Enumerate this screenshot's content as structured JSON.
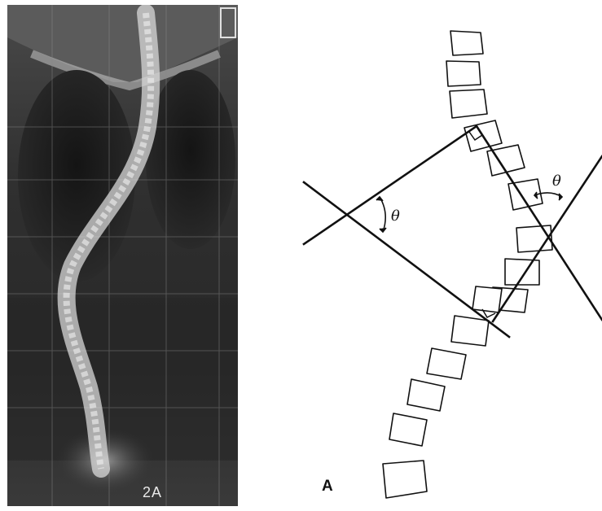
{
  "xray": {
    "label": "2A"
  },
  "diagram": {
    "panel_letter": "A",
    "angle_symbol_left": "θ",
    "angle_symbol_right": "θ"
  },
  "colors": {
    "line": "#111111",
    "xray_dark": "#2a2a2a",
    "bone": "#d8d8d8"
  }
}
